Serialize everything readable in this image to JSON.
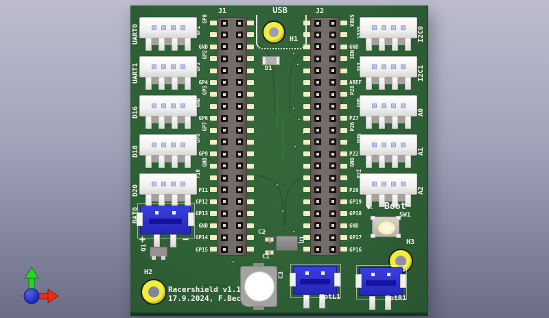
{
  "viewer": {
    "background_top": "#bdbdce",
    "background_bottom": "#6b6d87",
    "axis_gizmo": {
      "x_color": "#e83016",
      "y_color": "#29d429",
      "origin_color": "#2430c8"
    }
  },
  "board": {
    "color": "#2f6136",
    "silkscreen_color": "#f4f4ee",
    "title": {
      "line1": "Racershield v1.1",
      "line2": "17.9.2024, F.Beckmann"
    }
  },
  "usb": {
    "label": "USB",
    "hole_ref": "H1",
    "diode_ref": "D1"
  },
  "headers": {
    "j1": {
      "ref": "J1",
      "pins": [
        "GP0",
        "GP1",
        "GND",
        "GP2",
        "GP3",
        "GP4",
        "GP5",
        "GND",
        "GP6",
        "GP7",
        "GP8",
        "GP9",
        "GND",
        "P10",
        "P11",
        "GP12",
        "GP13",
        "GND",
        "GP14",
        "GP15"
      ]
    },
    "j2": {
      "ref": "J2",
      "pins": [
        "VBUS",
        "VSYS",
        "GND",
        "3EN",
        "3V3",
        "AREF",
        "P28",
        "GND",
        "P27",
        "P26",
        "RUN",
        "P22",
        "GND",
        "P21",
        "P20",
        "GP19",
        "GP18",
        "GND",
        "GP17",
        "GP16"
      ]
    }
  },
  "left_connectors": [
    {
      "label": "UART0"
    },
    {
      "label": "UART1"
    },
    {
      "label": "D16"
    },
    {
      "label": "D18"
    },
    {
      "label": "D20"
    }
  ],
  "right_connectors": [
    {
      "label": "I2C0"
    },
    {
      "label": "I2C1"
    },
    {
      "label": "A0"
    },
    {
      "label": "A1"
    },
    {
      "label": "A2"
    }
  ],
  "battery": {
    "ref": "BAT0",
    "plus": "+",
    "minus": "−"
  },
  "motors": {
    "left": {
      "label": "MotL1"
    },
    "right": {
      "label": "MotR1"
    }
  },
  "boot_button": {
    "label": "Boot",
    "ref": "SW1"
  },
  "holes": {
    "h1": "H1",
    "h2": "H2",
    "h3": "H3"
  },
  "parts": {
    "q1": "Q1",
    "d1": "D1",
    "c1": "C1",
    "c2": "C2",
    "c3": "C3",
    "u1": "U1"
  },
  "part_colors": {
    "connector_white": "#f4f4f2",
    "connector_blue": "#2b2fd0",
    "header_gray": "#6e6765",
    "pad_yellow": "#f0edc2",
    "hole_yellow": "#f0ed3e"
  }
}
